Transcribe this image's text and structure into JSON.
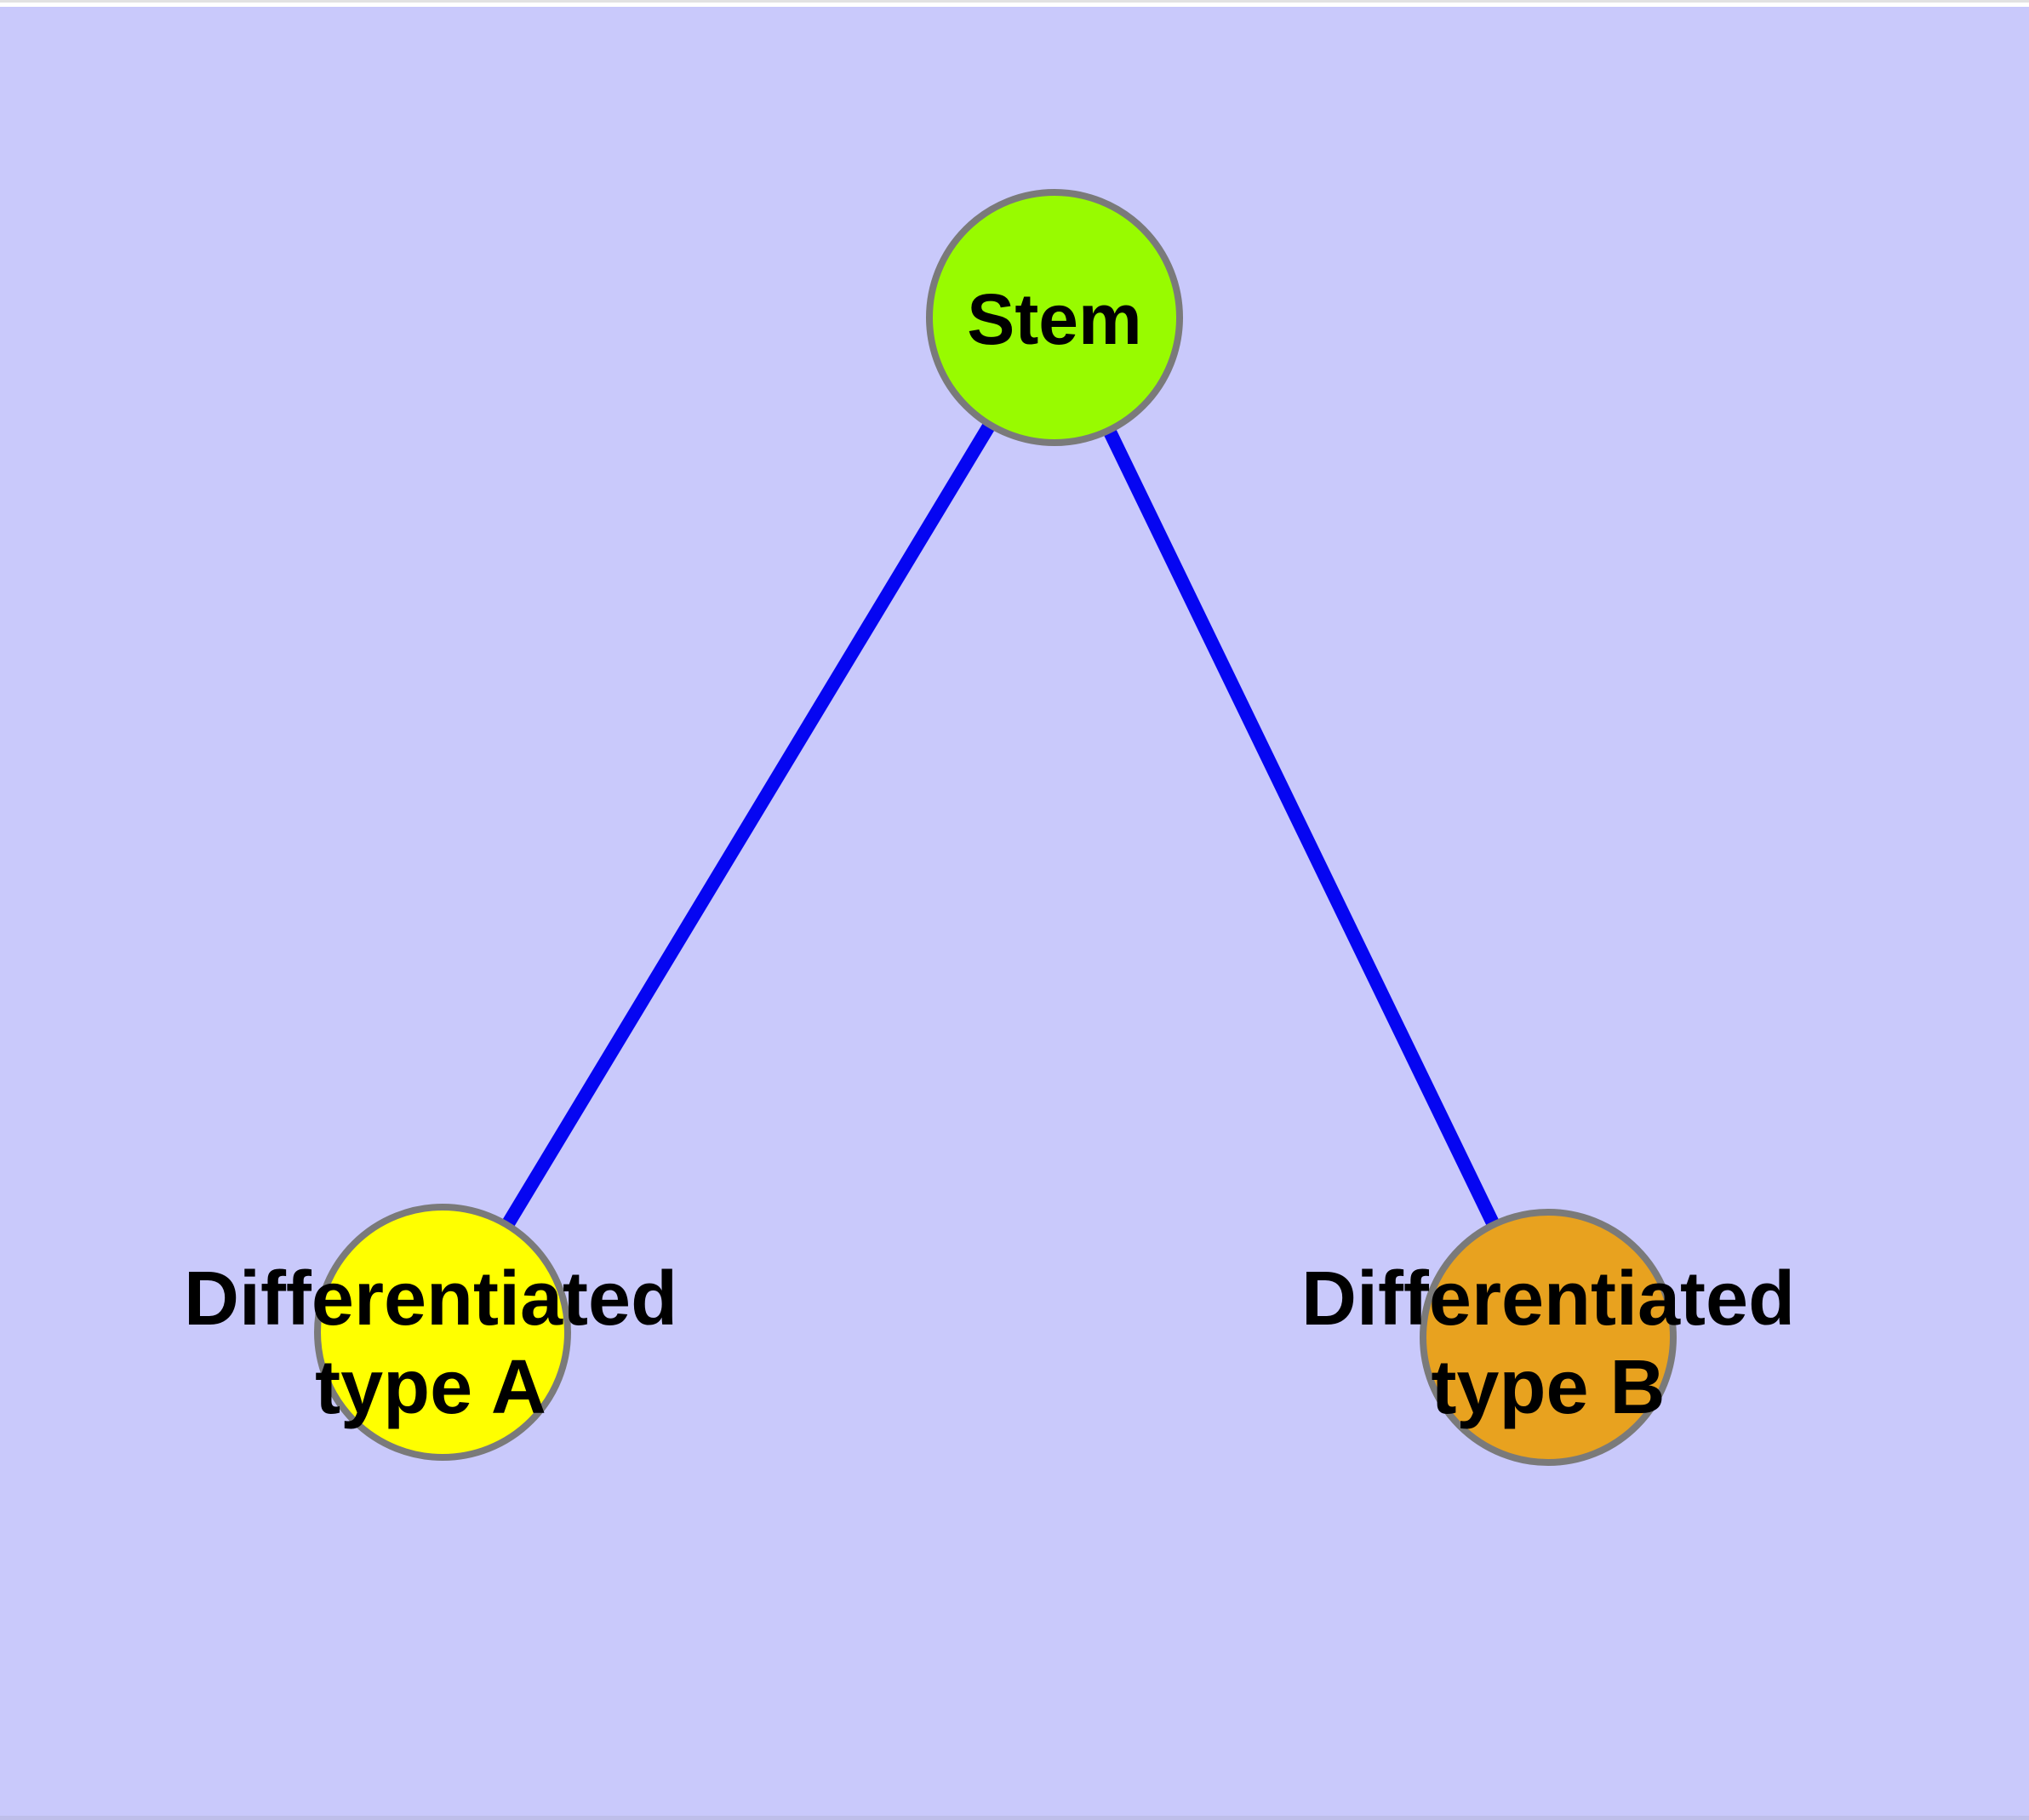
{
  "diagram": {
    "background_color": "#C9C9FB",
    "frame_top_hairline_color": "#E2E2E2",
    "frame_top_color": "#FFFFFF",
    "frame_bottom_color": "#BFBFEA",
    "edge_color": "#0505F2",
    "node_border_color": "#7A7A7A",
    "label_color": "#000000",
    "nodes": [
      {
        "id": "stem",
        "label": "Stem",
        "fill": "#98FB00"
      },
      {
        "id": "differentiated-type-a",
        "label_line1": "Differentiated",
        "label_line2": "type A",
        "fill": "#FFFF00"
      },
      {
        "id": "differentiated-type-b",
        "label_line1": "Differentiated",
        "label_line2": "type B",
        "fill": "#E8A21F"
      }
    ],
    "edges": [
      {
        "from": "Stem",
        "to": "Differentiated type A"
      },
      {
        "from": "Stem",
        "to": "Differentiated type B"
      }
    ]
  }
}
